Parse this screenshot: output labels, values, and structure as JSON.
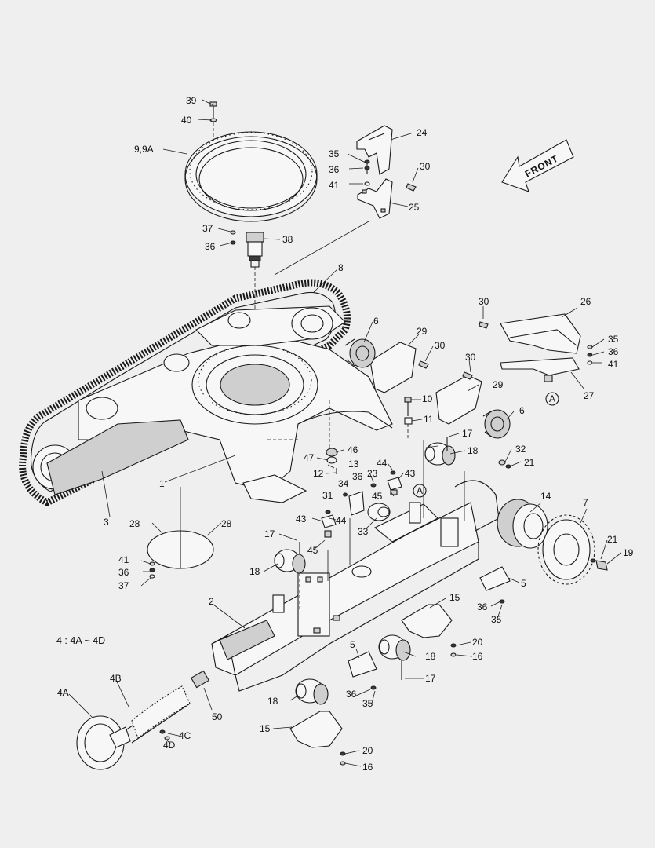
{
  "front_marker": "FRONT",
  "note": "4 : 4A ~ 4D",
  "callouts": [
    {
      "id": "c39",
      "text": "39"
    },
    {
      "id": "c40",
      "text": "40"
    },
    {
      "id": "c99a",
      "text": "9,9A"
    },
    {
      "id": "c24",
      "text": "24"
    },
    {
      "id": "c35a",
      "text": "35"
    },
    {
      "id": "c36a",
      "text": "36"
    },
    {
      "id": "c30a",
      "text": "30"
    },
    {
      "id": "c41a",
      "text": "41"
    },
    {
      "id": "c25",
      "text": "25"
    },
    {
      "id": "c37a",
      "text": "37"
    },
    {
      "id": "c38",
      "text": "38"
    },
    {
      "id": "c36b",
      "text": "36"
    },
    {
      "id": "c8",
      "text": "8"
    },
    {
      "id": "c30b",
      "text": "30"
    },
    {
      "id": "c26",
      "text": "26"
    },
    {
      "id": "c6a",
      "text": "6"
    },
    {
      "id": "c29a",
      "text": "29"
    },
    {
      "id": "c30c",
      "text": "30"
    },
    {
      "id": "c35b",
      "text": "35"
    },
    {
      "id": "c36c",
      "text": "36"
    },
    {
      "id": "c41b",
      "text": "41"
    },
    {
      "id": "c30d",
      "text": "30"
    },
    {
      "id": "c29b",
      "text": "29"
    },
    {
      "id": "c27",
      "text": "27"
    },
    {
      "id": "c10",
      "text": "10"
    },
    {
      "id": "c11",
      "text": "11"
    },
    {
      "id": "c6b",
      "text": "6"
    },
    {
      "id": "c17a",
      "text": "17"
    },
    {
      "id": "c18a",
      "text": "18"
    },
    {
      "id": "c32",
      "text": "32"
    },
    {
      "id": "c21a",
      "text": "21"
    },
    {
      "id": "c46",
      "text": "46"
    },
    {
      "id": "c47",
      "text": "47"
    },
    {
      "id": "c13",
      "text": "13"
    },
    {
      "id": "c12",
      "text": "12"
    },
    {
      "id": "c44a",
      "text": "44"
    },
    {
      "id": "c23",
      "text": "23"
    },
    {
      "id": "c36d",
      "text": "36"
    },
    {
      "id": "c43a",
      "text": "43"
    },
    {
      "id": "c34",
      "text": "34"
    },
    {
      "id": "c45a",
      "text": "45"
    },
    {
      "id": "c31",
      "text": "31"
    },
    {
      "id": "c1",
      "text": "1"
    },
    {
      "id": "c14",
      "text": "14"
    },
    {
      "id": "c7",
      "text": "7"
    },
    {
      "id": "c3",
      "text": "3"
    },
    {
      "id": "c28a",
      "text": "28"
    },
    {
      "id": "c28b",
      "text": "28"
    },
    {
      "id": "c43b",
      "text": "43"
    },
    {
      "id": "c44b",
      "text": "44"
    },
    {
      "id": "c33",
      "text": "33"
    },
    {
      "id": "c17b",
      "text": "17"
    },
    {
      "id": "c45b",
      "text": "45"
    },
    {
      "id": "c21b",
      "text": "21"
    },
    {
      "id": "c19",
      "text": "19"
    },
    {
      "id": "c41c",
      "text": "41"
    },
    {
      "id": "c36e",
      "text": "36"
    },
    {
      "id": "c37b",
      "text": "37"
    },
    {
      "id": "c18b",
      "text": "18"
    },
    {
      "id": "c5a",
      "text": "5"
    },
    {
      "id": "c2",
      "text": "2"
    },
    {
      "id": "c36f",
      "text": "36"
    },
    {
      "id": "c35c",
      "text": "35"
    },
    {
      "id": "c15a",
      "text": "15"
    },
    {
      "id": "c20a",
      "text": "20"
    },
    {
      "id": "c16a",
      "text": "16"
    },
    {
      "id": "c5b",
      "text": "5"
    },
    {
      "id": "c18c",
      "text": "18"
    },
    {
      "id": "c17c",
      "text": "17"
    },
    {
      "id": "c4B",
      "text": "4B"
    },
    {
      "id": "c4A",
      "text": "4A"
    },
    {
      "id": "c50",
      "text": "50"
    },
    {
      "id": "c36g",
      "text": "36"
    },
    {
      "id": "c35d",
      "text": "35"
    },
    {
      "id": "c18d",
      "text": "18"
    },
    {
      "id": "c4C",
      "text": "4C"
    },
    {
      "id": "c4D",
      "text": "4D"
    },
    {
      "id": "c15b",
      "text": "15"
    },
    {
      "id": "c20b",
      "text": "20"
    },
    {
      "id": "c16b",
      "text": "16"
    },
    {
      "id": "cAa",
      "text": "A"
    },
    {
      "id": "cAb",
      "text": "A"
    }
  ]
}
